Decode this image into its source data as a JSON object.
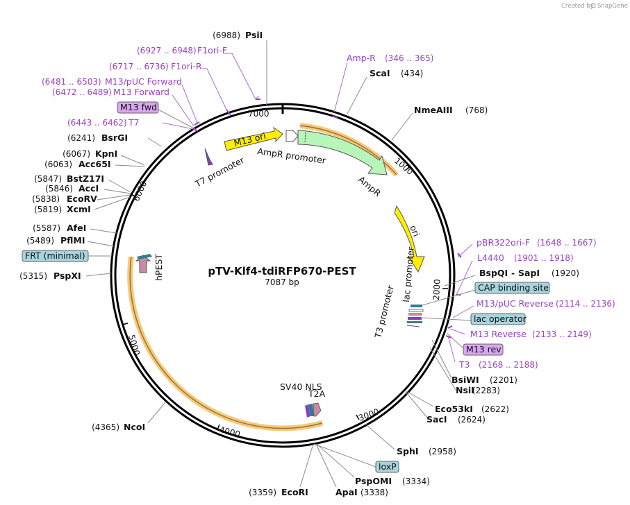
{
  "credit": {
    "text": "Created by",
    "brand": "SnapGene"
  },
  "plasmid": {
    "name": "pTV-Klf4-tdiRFP670-PEST",
    "length": "7087 bp"
  },
  "ticks": [
    "1000",
    "2000",
    "3000",
    "4000",
    "5000",
    "6000",
    "7000"
  ],
  "sites": [
    {
      "pos": "(6988)",
      "name": "PsiI"
    },
    {
      "pos": "(434)",
      "name": "ScaI"
    },
    {
      "pos": "(768)",
      "name": "NmeAIII"
    },
    {
      "pos": "(6241)",
      "name": "BsrGI"
    },
    {
      "pos": "(6067)",
      "name": "KpnI"
    },
    {
      "pos": "(6063)",
      "name": "Acc65I"
    },
    {
      "pos": "(5847)",
      "name": "BstZ17I"
    },
    {
      "pos": "(5846)",
      "name": "AccI"
    },
    {
      "pos": "(5838)",
      "name": "EcoRV"
    },
    {
      "pos": "(5819)",
      "name": "XcmI"
    },
    {
      "pos": "(5587)",
      "name": "AfeI"
    },
    {
      "pos": "(5489)",
      "name": "PflMI"
    },
    {
      "pos": "(5315)",
      "name": "PspXI"
    },
    {
      "pos": "(4365)",
      "name": "NcoI"
    },
    {
      "pos": "(3359)",
      "name": "EcoRI"
    },
    {
      "pos": "(3338)",
      "name": "ApaI"
    },
    {
      "pos": "(3334)",
      "name": "PspOMI"
    },
    {
      "pos": "(2958)",
      "name": "SphI"
    },
    {
      "pos": "(2624)",
      "name": "SacI"
    },
    {
      "pos": "(2622)",
      "name": "Eco53kI"
    },
    {
      "pos": "(2283)",
      "name": "NsiI"
    },
    {
      "pos": "(2201)",
      "name": "BsiWI"
    },
    {
      "pos": "(1920)",
      "name": "BspQI",
      "name2": "SapI"
    }
  ],
  "primers": [
    {
      "range": "(6927 .. 6948)",
      "name": "F1ori-F"
    },
    {
      "range": "(6717 .. 6736)",
      "name": "F1ori-R"
    },
    {
      "range": "(6481 .. 6503)",
      "name": "M13/pUC Forward"
    },
    {
      "range": "(6472 .. 6489)",
      "name": "M13 Forward"
    },
    {
      "range": "(6443 .. 6462)",
      "name": "T7"
    },
    {
      "range": "(346 .. 365)",
      "name": "Amp-R"
    },
    {
      "range": "(1648 .. 1667)",
      "name": "pBR322ori-F"
    },
    {
      "range": "(1901 .. 1918)",
      "name": "L4440"
    },
    {
      "range": "(2114 .. 2136)",
      "name": "M13/pUC Reverse"
    },
    {
      "range": "(2133 .. 2149)",
      "name": "M13 Reverse"
    },
    {
      "range": "(2168 .. 2188)",
      "name": "T3"
    }
  ],
  "boxes": [
    {
      "name": "M13 fwd",
      "color": "#d9a6f0"
    },
    {
      "name": "FRT (minimal)",
      "color": "#a8d4de"
    },
    {
      "name": "CAP binding site",
      "color": "#a8d4de"
    },
    {
      "name": "lac operator",
      "color": "#a8d4de"
    },
    {
      "name": "M13 rev",
      "color": "#d9a6f0"
    },
    {
      "name": "loxP",
      "color": "#a8d4de"
    }
  ],
  "features": {
    "m13_ori": "M13 ori",
    "ampr_promoter": "AmpR promoter",
    "ampr": "AmpR",
    "ori": "ori",
    "t7_promoter": "T7 promoter",
    "lac_promoter": "lac promoter",
    "t3_promoter": "T3 promoter",
    "hpest": "hPEST",
    "sv40_nls": "SV40 NLS",
    "t2a": "T2A"
  },
  "colors": {
    "backbone": "#000000",
    "orf_highlight": "#f5c97a",
    "yellow_feature": "#ffee00",
    "green_feature": "#b8f5b8",
    "primer": "#9b3fc7",
    "pink_feature": "#c98aa4",
    "teal_feature": "#2f7f8f"
  }
}
